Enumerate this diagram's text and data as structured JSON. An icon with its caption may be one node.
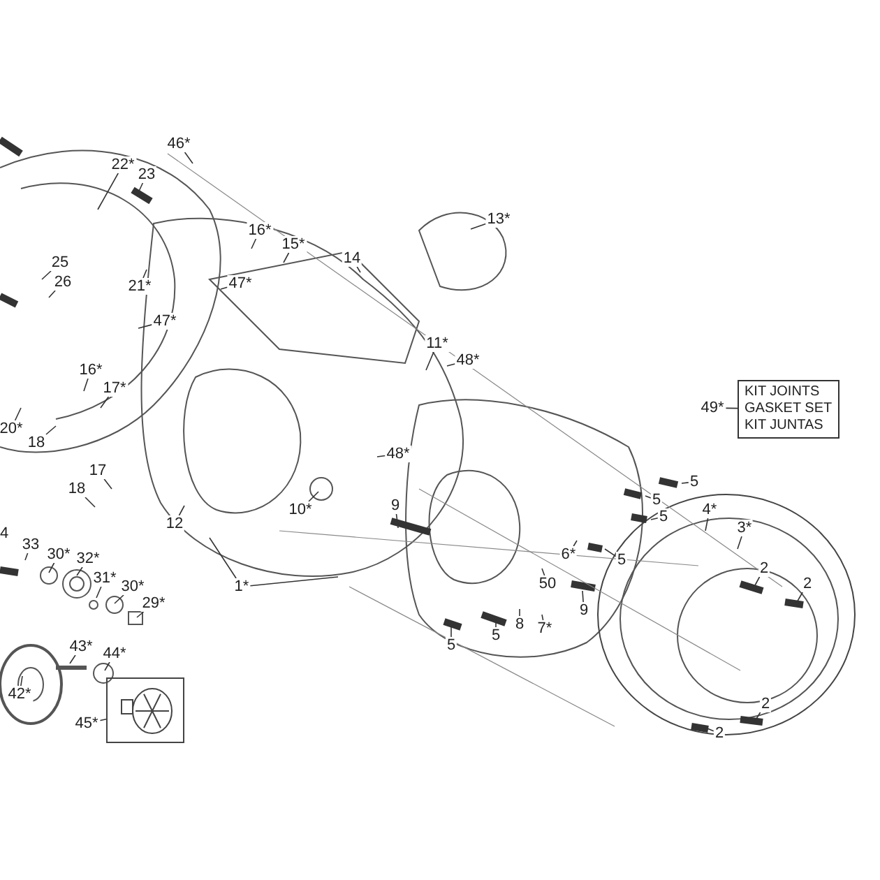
{
  "diagram": {
    "nodes": [
      {
        "text": [
          "46*"
        ]
      },
      {
        "text": [
          "22*"
        ]
      },
      {
        "text": [
          "23"
        ]
      },
      {
        "text": [
          "16*"
        ]
      },
      {
        "text": [
          "15*"
        ]
      },
      {
        "text": [
          "14"
        ]
      },
      {
        "text": [
          "13*"
        ]
      },
      {
        "text": [
          "25"
        ]
      },
      {
        "text": [
          "26"
        ]
      },
      {
        "text": [
          "21*"
        ]
      },
      {
        "text": [
          "47*"
        ]
      },
      {
        "text": [
          "47*"
        ]
      },
      {
        "text": [
          "11*"
        ]
      },
      {
        "text": [
          "48*"
        ]
      },
      {
        "text": [
          "16*"
        ]
      },
      {
        "text": [
          "17*"
        ]
      },
      {
        "text": [
          "20*"
        ]
      },
      {
        "text": [
          "18"
        ]
      },
      {
        "text": [
          "49*"
        ]
      },
      {
        "text": [
          "KIT JOINTS",
          "GASKET SET",
          "KIT JUNTAS"
        ]
      },
      {
        "text": [
          "48*"
        ]
      },
      {
        "text": [
          "17"
        ]
      },
      {
        "text": [
          "18"
        ]
      },
      {
        "text": [
          "12"
        ]
      },
      {
        "text": [
          "10*"
        ]
      },
      {
        "text": [
          "9"
        ]
      },
      {
        "text": [
          "1*"
        ]
      },
      {
        "text": [
          "4"
        ]
      },
      {
        "text": [
          "33"
        ]
      },
      {
        "text": [
          "30*"
        ]
      },
      {
        "text": [
          "32*"
        ]
      },
      {
        "text": [
          "31*"
        ]
      },
      {
        "text": [
          "30*"
        ]
      },
      {
        "text": [
          "29*"
        ]
      },
      {
        "text": [
          "43*"
        ]
      },
      {
        "text": [
          "44*"
        ]
      },
      {
        "text": [
          "42*"
        ]
      },
      {
        "text": [
          "45*"
        ]
      },
      {
        "text": [],
        "shape": "picture"
      },
      {
        "text": [
          "5"
        ]
      },
      {
        "text": [
          "5"
        ]
      },
      {
        "text": [
          "5"
        ]
      },
      {
        "text": [
          "5"
        ]
      },
      {
        "text": [
          "6*"
        ]
      },
      {
        "text": [
          "4*"
        ]
      },
      {
        "text": [
          "3*"
        ]
      },
      {
        "text": [
          "2"
        ]
      },
      {
        "text": [
          "2"
        ]
      },
      {
        "text": [
          "50"
        ]
      },
      {
        "text": [
          "9"
        ]
      },
      {
        "text": [
          "8"
        ]
      },
      {
        "text": [
          "7*"
        ]
      },
      {
        "text": [
          "5"
        ]
      },
      {
        "text": [
          "5"
        ]
      },
      {
        "text": [
          "2"
        ]
      },
      {
        "text": [
          "2"
        ]
      }
    ],
    "edges": [
      {
        "from": 0,
        "to": null,
        "arrow": "none"
      },
      {
        "from": 1,
        "to": null,
        "arrow": "none"
      },
      {
        "from": 2,
        "to": null,
        "arrow": "none"
      },
      {
        "from": 3,
        "to": null,
        "arrow": "none"
      },
      {
        "from": 4,
        "to": null,
        "arrow": "none"
      },
      {
        "from": 5,
        "to": null,
        "arrow": "none"
      },
      {
        "from": 6,
        "to": null,
        "arrow": "none"
      },
      {
        "from": 7,
        "to": null,
        "arrow": "none"
      },
      {
        "from": 8,
        "to": null,
        "arrow": "none"
      },
      {
        "from": 9,
        "to": null,
        "arrow": "none"
      },
      {
        "from": 10,
        "to": null,
        "arrow": "none"
      },
      {
        "from": 11,
        "to": null,
        "arrow": "none"
      },
      {
        "from": 12,
        "to": null,
        "arrow": "none"
      },
      {
        "from": 13,
        "to": null,
        "arrow": "none"
      },
      {
        "from": 14,
        "to": null,
        "arrow": "none"
      },
      {
        "from": 15,
        "to": null,
        "arrow": "none"
      },
      {
        "from": 16,
        "to": null,
        "arrow": "none"
      },
      {
        "from": 17,
        "to": null,
        "arrow": "none"
      },
      {
        "from": 18,
        "to": 19,
        "arrow": "none"
      },
      {
        "from": 20,
        "to": null,
        "arrow": "none"
      },
      {
        "from": 21,
        "to": null,
        "arrow": "none"
      },
      {
        "from": 22,
        "to": null,
        "arrow": "none"
      },
      {
        "from": 23,
        "to": null,
        "arrow": "none"
      },
      {
        "from": 24,
        "to": null,
        "arrow": "none"
      },
      {
        "from": 25,
        "to": null,
        "arrow": "none"
      },
      {
        "from": 26,
        "to": null,
        "arrow": "none"
      },
      {
        "from": 26,
        "to": null,
        "arrow": "none"
      },
      {
        "from": 28,
        "to": null,
        "arrow": "none"
      },
      {
        "from": 29,
        "to": null,
        "arrow": "none"
      },
      {
        "from": 30,
        "to": null,
        "arrow": "none"
      },
      {
        "from": 31,
        "to": null,
        "arrow": "none"
      },
      {
        "from": 32,
        "to": null,
        "arrow": "none"
      },
      {
        "from": 33,
        "to": null,
        "arrow": "none"
      },
      {
        "from": 34,
        "to": null,
        "arrow": "none"
      },
      {
        "from": 35,
        "to": null,
        "arrow": "none"
      },
      {
        "from": 36,
        "to": null,
        "arrow": "none"
      },
      {
        "from": 37,
        "to": 38,
        "arrow": "none"
      },
      {
        "from": 39,
        "to": null,
        "arrow": "none"
      },
      {
        "from": 40,
        "to": null,
        "arrow": "none"
      },
      {
        "from": 41,
        "to": null,
        "arrow": "none"
      },
      {
        "from": 42,
        "to": null,
        "arrow": "none"
      },
      {
        "from": 43,
        "to": null,
        "arrow": "none"
      },
      {
        "from": 44,
        "to": null,
        "arrow": "none"
      },
      {
        "from": 45,
        "to": null,
        "arrow": "none"
      },
      {
        "from": 46,
        "to": null,
        "arrow": "none"
      },
      {
        "from": 47,
        "to": null,
        "arrow": "none"
      },
      {
        "from": 48,
        "to": null,
        "arrow": "none"
      },
      {
        "from": 49,
        "to": null,
        "arrow": "none"
      },
      {
        "from": 50,
        "to": null,
        "arrow": "none"
      },
      {
        "from": 51,
        "to": null,
        "arrow": "none"
      },
      {
        "from": 52,
        "to": null,
        "arrow": "none"
      },
      {
        "from": 53,
        "to": null,
        "arrow": "none"
      },
      {
        "from": 54,
        "to": null,
        "arrow": "none"
      },
      {
        "from": 55,
        "to": null,
        "arrow": "none"
      }
    ]
  }
}
